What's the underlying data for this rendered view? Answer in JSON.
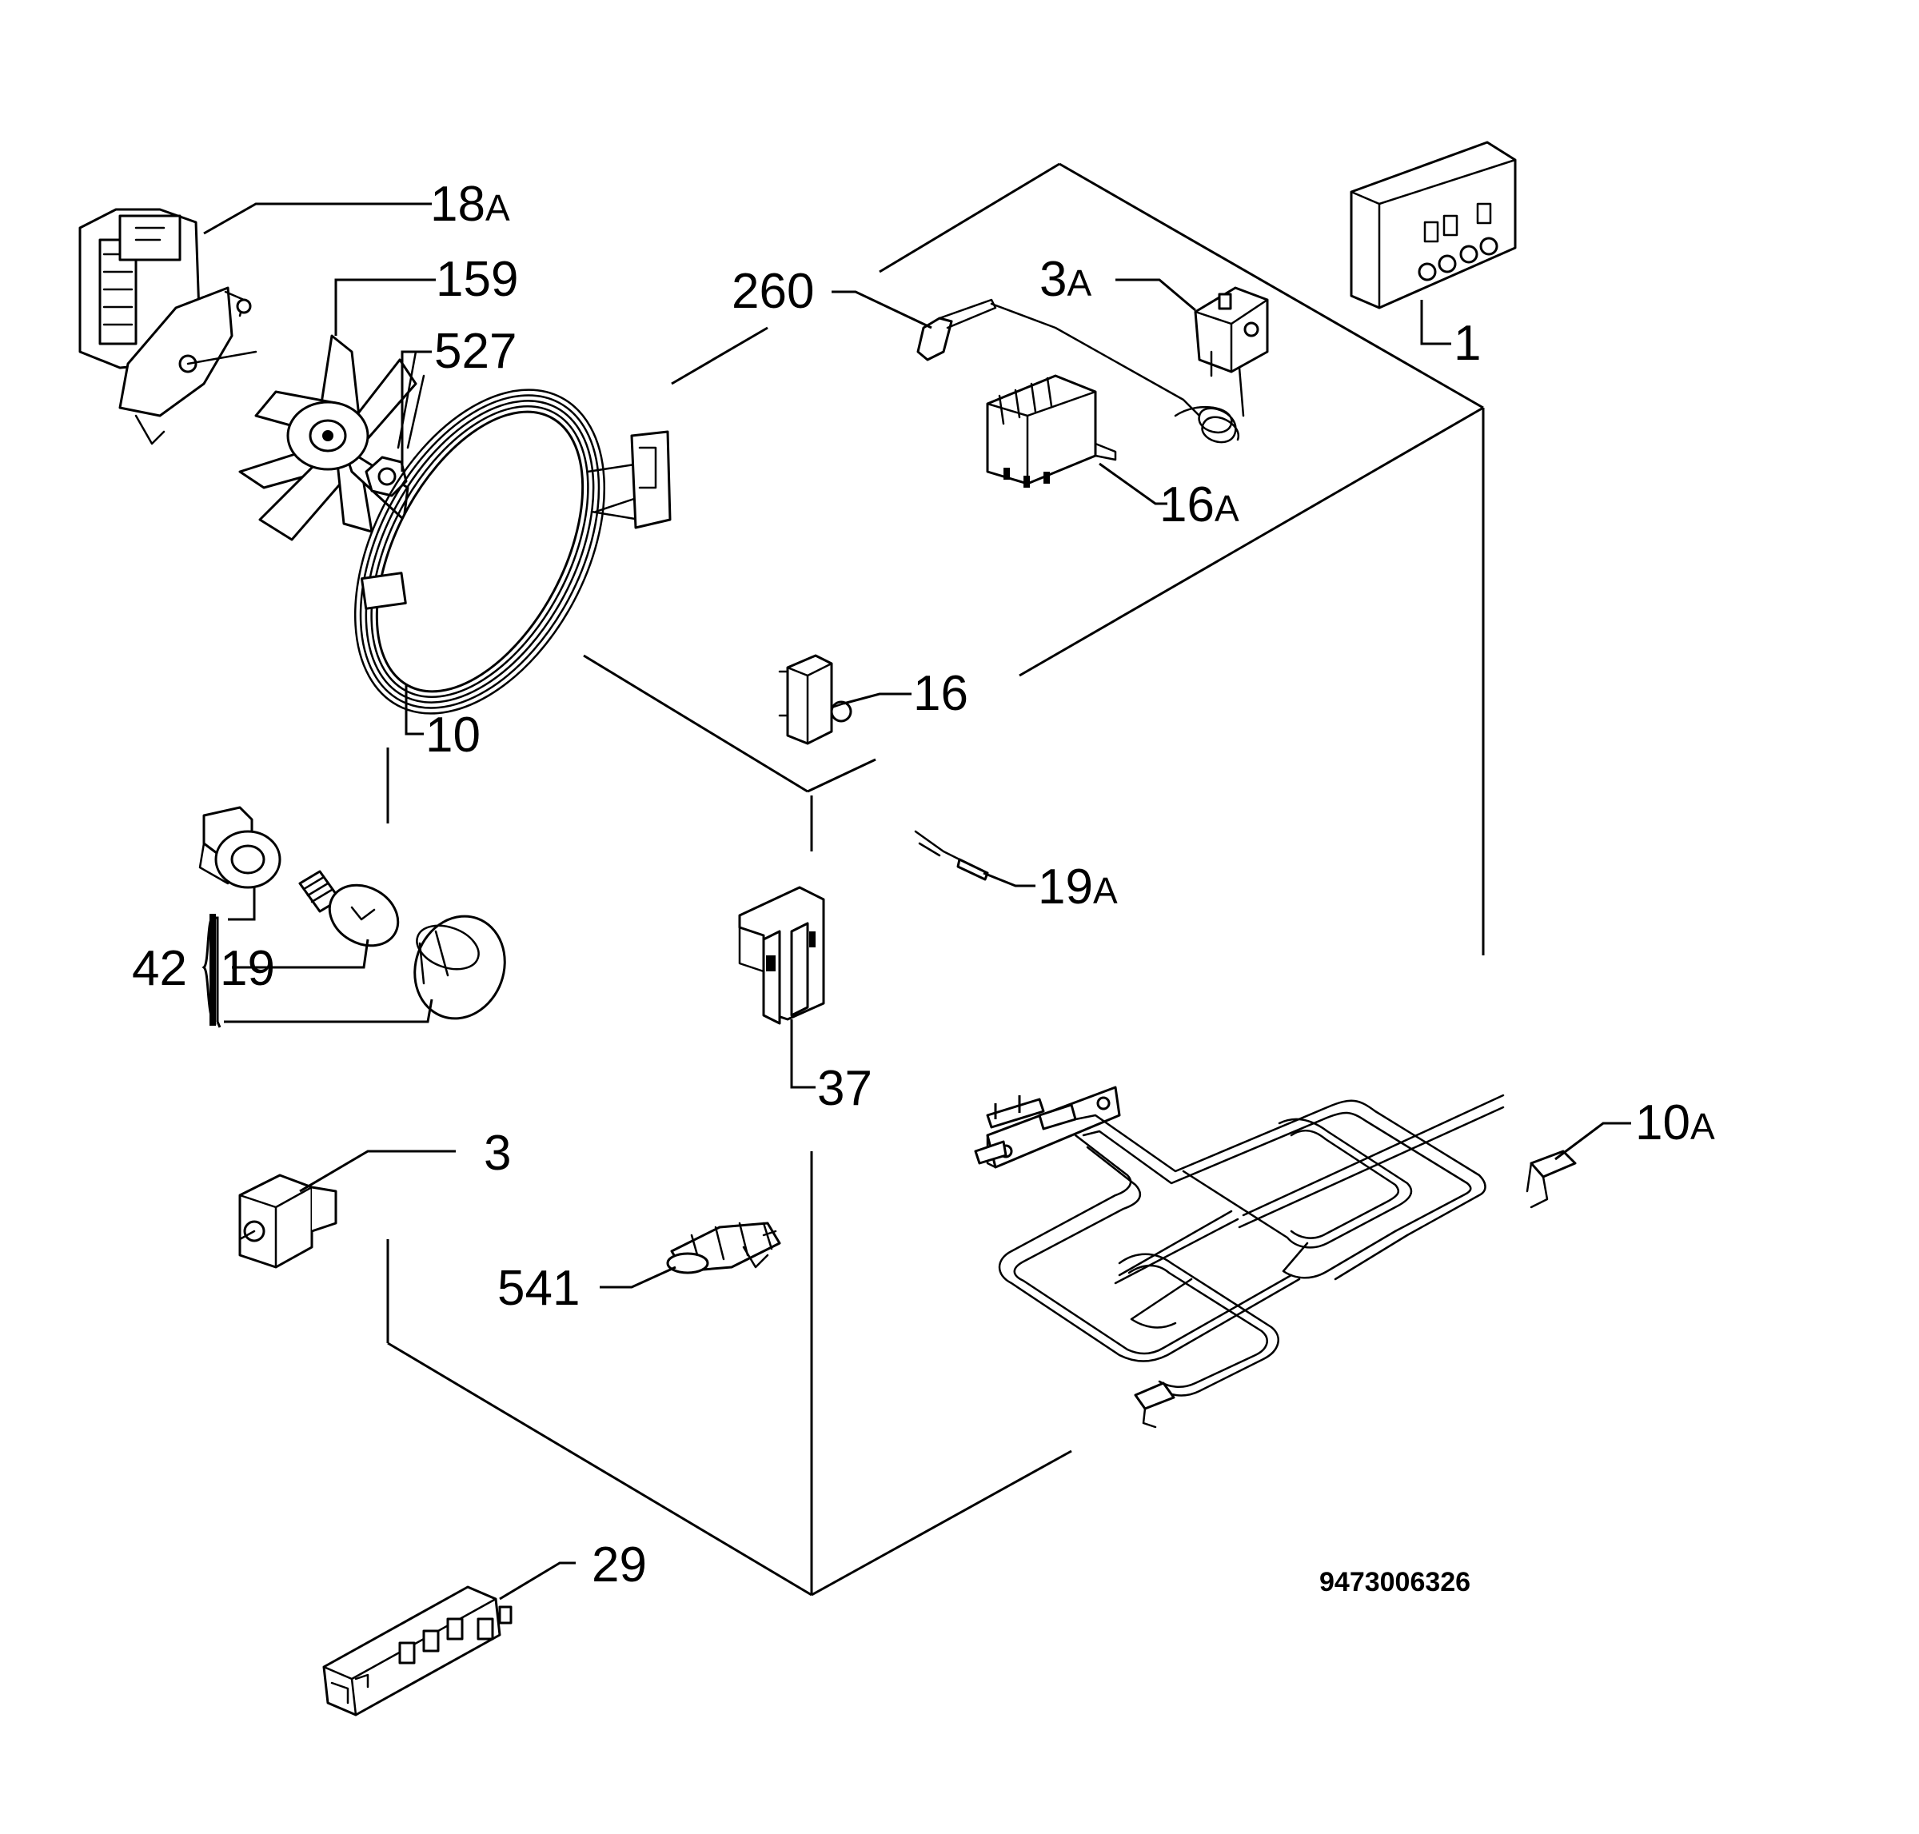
{
  "diagram": {
    "drawing_number": "9473006326",
    "callouts": [
      {
        "id": "18a",
        "num": "18",
        "suffix": "A"
      },
      {
        "id": "159",
        "num": "159",
        "suffix": ""
      },
      {
        "id": "527",
        "num": "527",
        "suffix": ""
      },
      {
        "id": "260",
        "num": "260",
        "suffix": ""
      },
      {
        "id": "3a",
        "num": "3",
        "suffix": "A"
      },
      {
        "id": "1",
        "num": "1",
        "suffix": ""
      },
      {
        "id": "16a",
        "num": "16",
        "suffix": "A"
      },
      {
        "id": "16",
        "num": "16",
        "suffix": ""
      },
      {
        "id": "10",
        "num": "10",
        "suffix": ""
      },
      {
        "id": "19a",
        "num": "19",
        "suffix": "A"
      },
      {
        "id": "42",
        "num": "42",
        "suffix": ""
      },
      {
        "id": "19",
        "num": "19",
        "suffix": ""
      },
      {
        "id": "37",
        "num": "37",
        "suffix": ""
      },
      {
        "id": "3",
        "num": "3",
        "suffix": ""
      },
      {
        "id": "10a",
        "num": "10",
        "suffix": "A"
      },
      {
        "id": "541",
        "num": "541",
        "suffix": ""
      },
      {
        "id": "29",
        "num": "29",
        "suffix": ""
      }
    ]
  }
}
